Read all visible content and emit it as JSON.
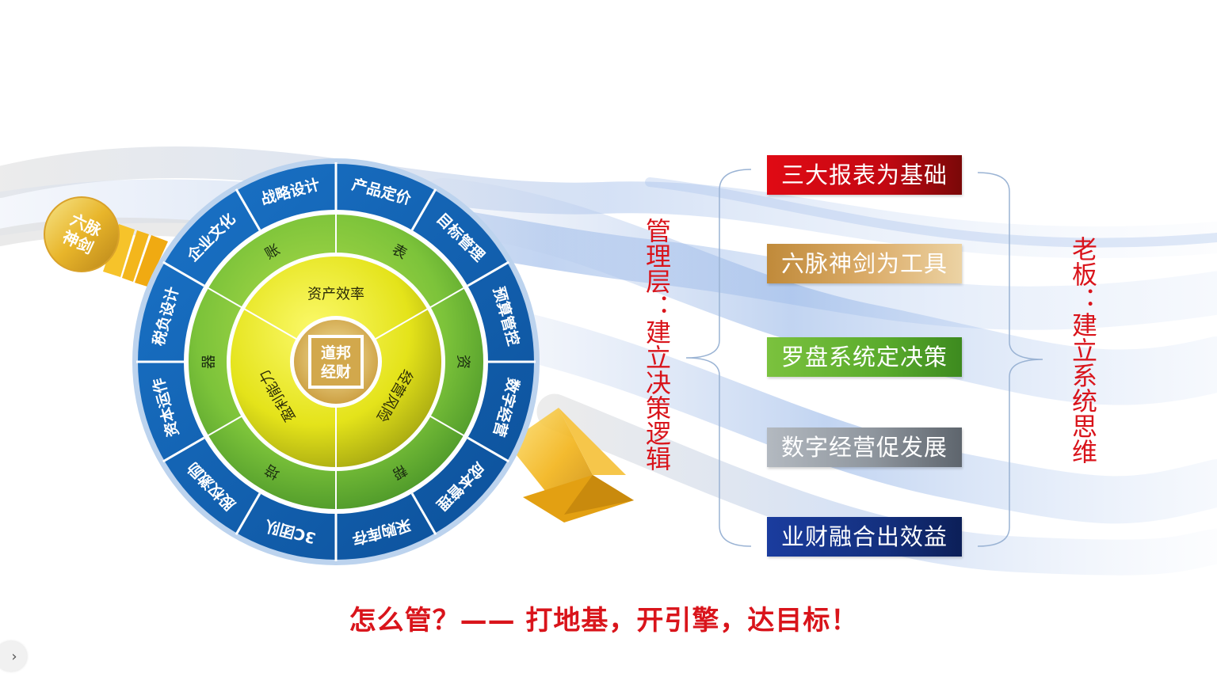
{
  "badge": {
    "line1": "六脉",
    "line2": "神剑"
  },
  "center": {
    "line1": "道邦",
    "line2": "经财"
  },
  "inner_ring": [
    "资产效率",
    "经营风险",
    "盈利能力"
  ],
  "middle_ring": [
    "表",
    "资",
    "帮",
    "培",
    "器",
    "账"
  ],
  "outer_ring": [
    "产品定价",
    "目标管理",
    "预算管控",
    "数字经营",
    "成本管理",
    "采购库存",
    "3C团队",
    "股权激励",
    "资本运作",
    "税负设计",
    "企业文化",
    "战略设计"
  ],
  "left_caption": "管理层：建立决策逻辑",
  "right_caption": "老板：建立系统思维",
  "pillars": [
    "三大报表为基础",
    "六脉神剑为工具",
    "罗盘系统定决策",
    "数字经营促发展",
    "业财融合出效益"
  ],
  "slogan": "怎么管？—— 打地基，开引擎，达目标！",
  "nav": {
    "next_glyph": "›"
  },
  "colors": {
    "accent_red": "#d9141b",
    "ring_blue": "#1466b8",
    "ring_green": "#7cc33a",
    "inner_yellow": "#e9e612",
    "arrow_gold": "#f2b318"
  }
}
